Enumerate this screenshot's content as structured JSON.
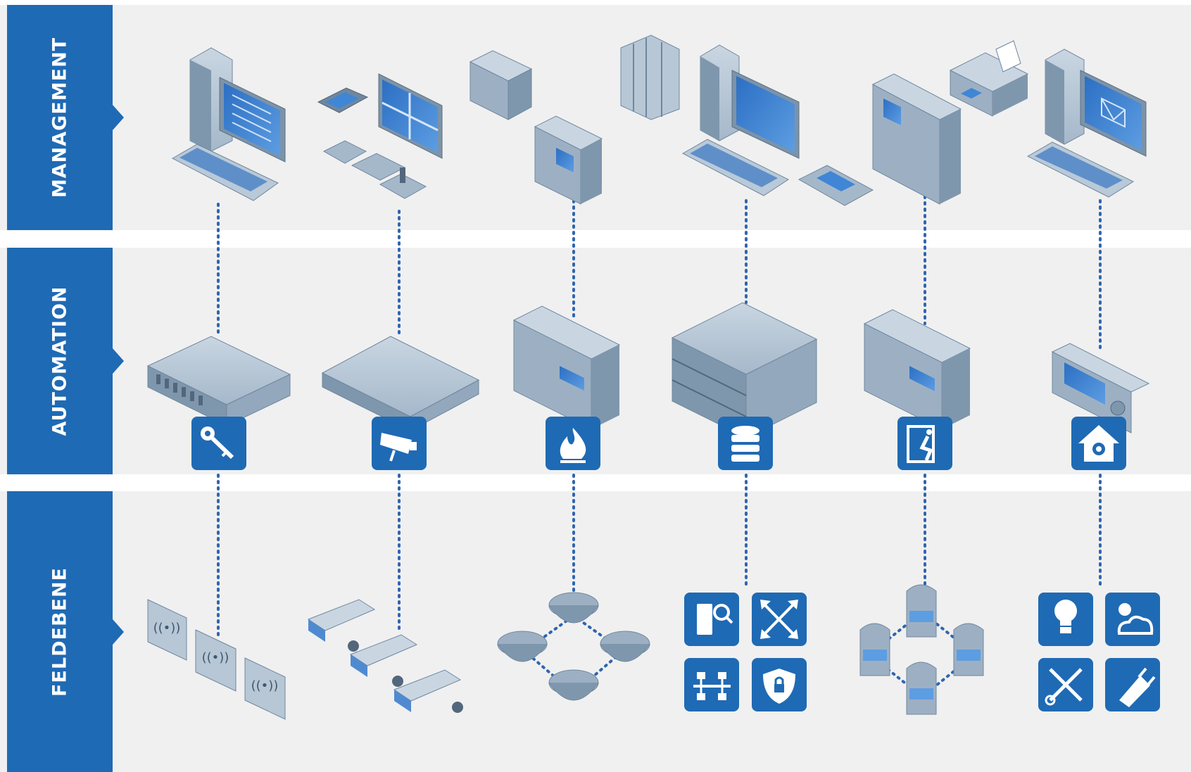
{
  "layers": [
    {
      "id": "management",
      "label": "MANAGEMENT"
    },
    {
      "id": "automation",
      "label": "AUTOMATION"
    },
    {
      "id": "feldebene",
      "label": "FELDEBENE"
    }
  ],
  "columns": [
    {
      "id": "access-control",
      "badge_icon": "key-icon",
      "field": "card-readers"
    },
    {
      "id": "video",
      "badge_icon": "cctv-camera-icon",
      "field": "cameras"
    },
    {
      "id": "fire",
      "badge_icon": "flame-icon",
      "field": "smoke-detectors"
    },
    {
      "id": "data",
      "badge_icon": "database-icon",
      "field": "it-service-tiles"
    },
    {
      "id": "escape",
      "badge_icon": "emergency-exit-icon",
      "field": "motion-sensors"
    },
    {
      "id": "building",
      "badge_icon": "home-gear-icon",
      "field": "building-service-tiles"
    }
  ],
  "colors": {
    "brand": "#1f6ab4",
    "band": "#f0f0f0",
    "device": "#9fb3c6",
    "device_dark": "#6f879e",
    "screen": "#3f86d6",
    "connector": "#2f65b0"
  }
}
